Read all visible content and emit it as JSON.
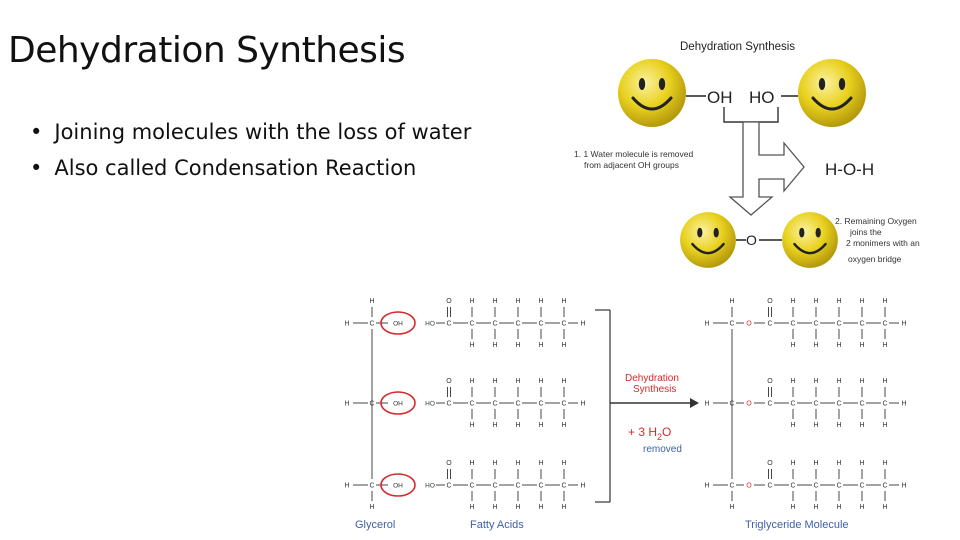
{
  "slide": {
    "title": "Dehydration Synthesis",
    "bullets": [
      "Joining molecules with the loss of water",
      "Also called Condensation Reaction"
    ]
  },
  "smiley_figure": {
    "title": "Dehydration Synthesis",
    "left_group": "OH",
    "right_group": "HO",
    "step1": [
      "1. 1 Water molecule is removed",
      "from adjacent OH groups"
    ],
    "water": "H-O-H",
    "bridge_atom": "O",
    "step2": [
      "2. Remaining Oxygen",
      "joins the",
      "2 monimers with an",
      "oxygen bridge"
    ]
  },
  "triglyceride_figure": {
    "arrow_label_line1": "Dehydration",
    "arrow_label_line2": "Synthesis",
    "water_prefix": "+ 3 H",
    "water_sub": "2",
    "water_suffix": "O",
    "removed_label": "removed",
    "glycerol_label": "Glycerol",
    "fatty_acids_label": "Fatty Acids",
    "product_label": "Triglyceride Molecule",
    "atoms": {
      "H": "H",
      "C": "C",
      "O": "O",
      "OH": "OH",
      "HO": "HO"
    }
  },
  "colors": {
    "label_blue": "#3d5fa8",
    "accent_red": "#d42a2a",
    "smiley_yellow": "#e9d11f"
  }
}
